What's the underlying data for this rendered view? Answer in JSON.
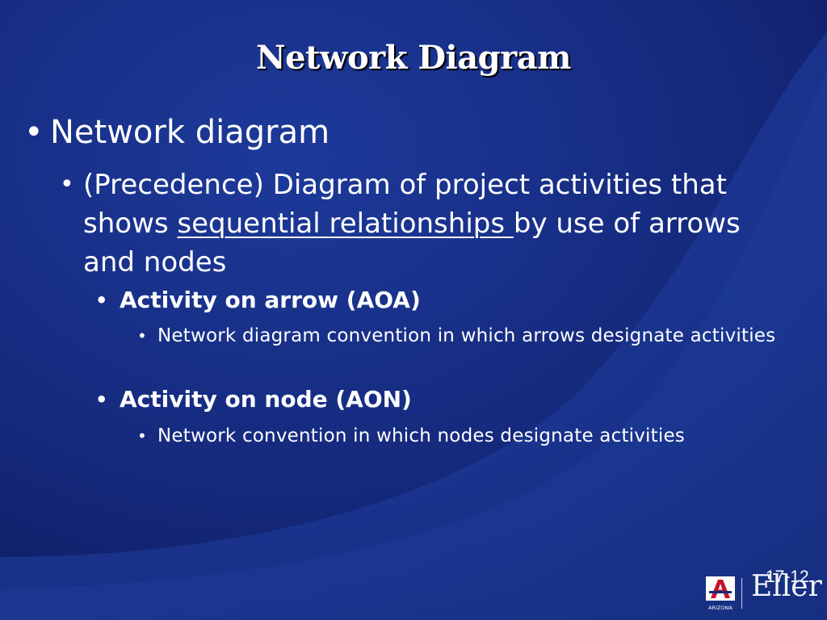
{
  "slide": {
    "title": "Network Diagram",
    "page_number": "17-12",
    "bullets": {
      "b1": "Network diagram",
      "b2_pre": "(Precedence) Diagram of project activities that shows ",
      "b2_underlined": "sequential relationships ",
      "b2_post": "by use of arrows and nodes",
      "b3a": "Activity on arrow (AOA)",
      "b4a": "Network diagram convention in which arrows designate activities",
      "b3b": "Activity on node (AON)",
      "b4b": "Network convention in which nodes designate activities"
    },
    "bullet_glyph": "•"
  },
  "logo": {
    "wordmark": "Eller",
    "seal_text": "ARIZONA"
  },
  "colors": {
    "background": "#13287a",
    "text": "#ffffff"
  }
}
